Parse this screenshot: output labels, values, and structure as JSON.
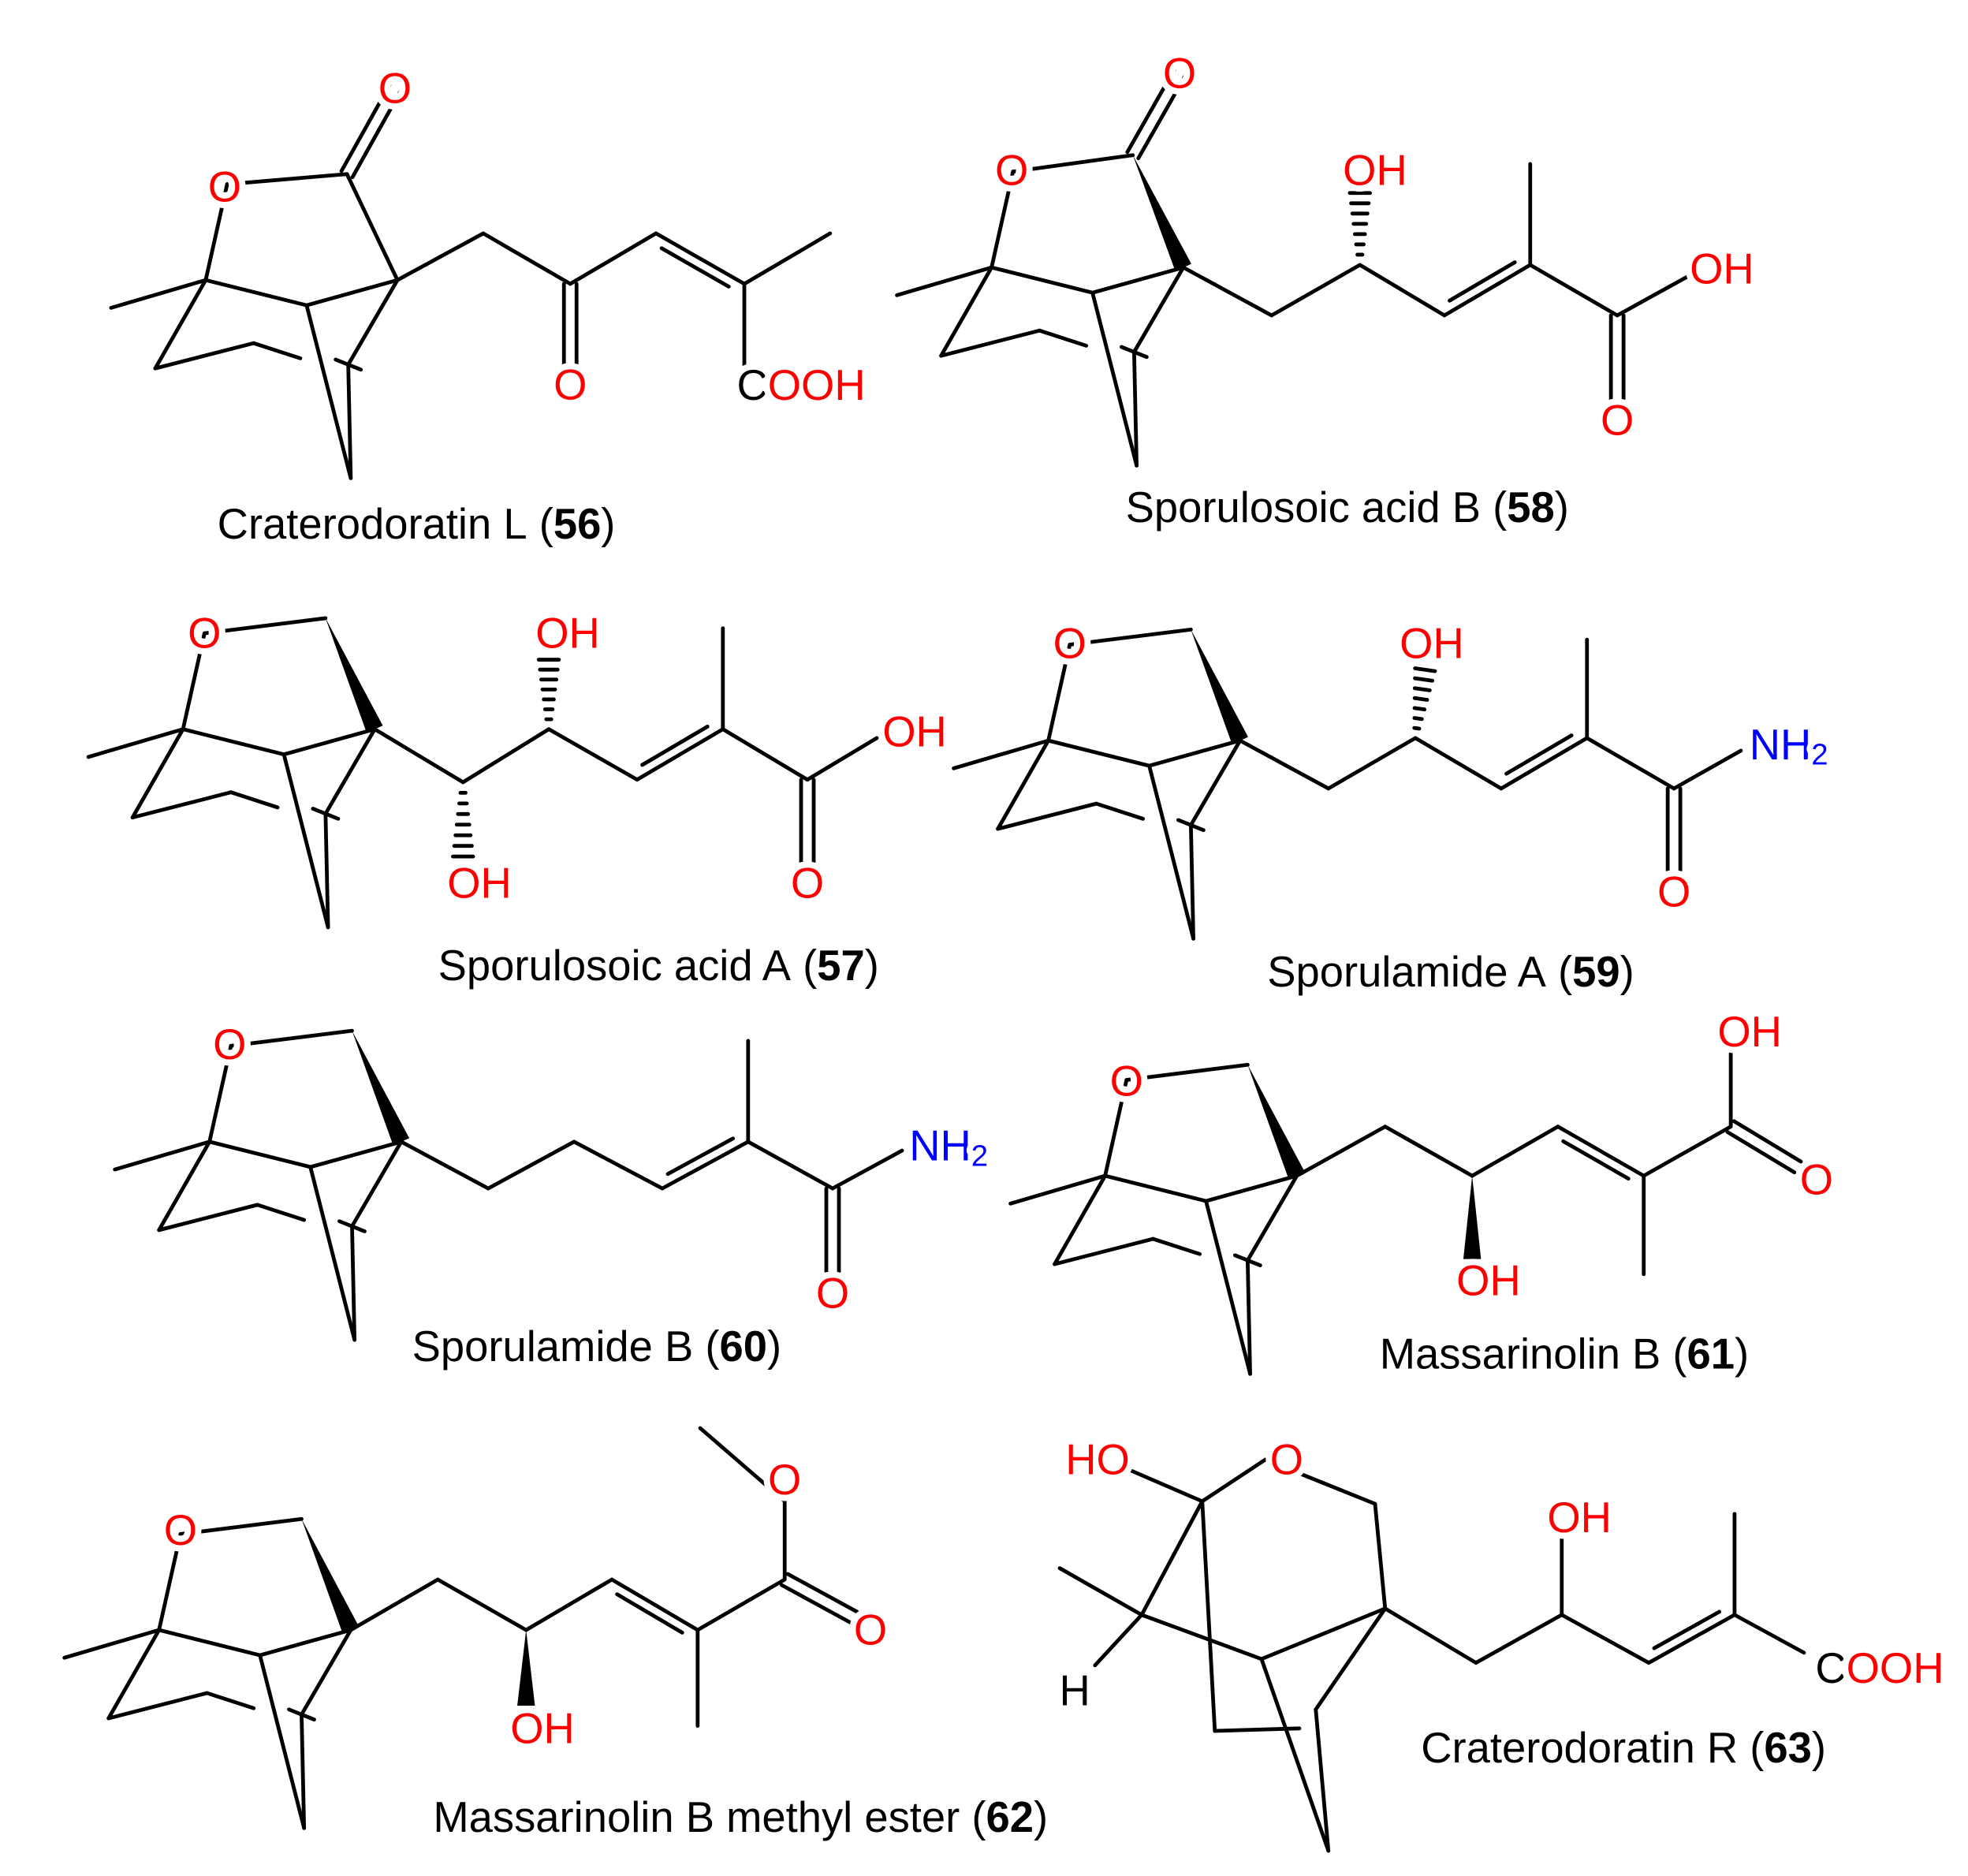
{
  "atoms": {
    "O": "O",
    "OH": "OH",
    "HO": "HO",
    "H": "H",
    "COOH_C": "C",
    "COOH_rest": "OOH",
    "NH": "NH",
    "sub2": "2"
  },
  "colors": {
    "oxygen": "#ff0000",
    "nitrogen": "#0000ff",
    "bond": "#000000"
  },
  "compounds": [
    {
      "name": "Craterodoratin L",
      "number": "56"
    },
    {
      "name": "Sporulosoic acid B",
      "number": "58"
    },
    {
      "name": "Sporulosoic acid A",
      "number": "57"
    },
    {
      "name": "Sporulamide A",
      "number": "59"
    },
    {
      "name": "Sporulamide B",
      "number": "60"
    },
    {
      "name": "Massarinolin B",
      "number": "61"
    },
    {
      "name": "Massarinolin B methyl ester",
      "number": "62"
    },
    {
      "name": "Craterodoratin R",
      "number": "63"
    }
  ]
}
